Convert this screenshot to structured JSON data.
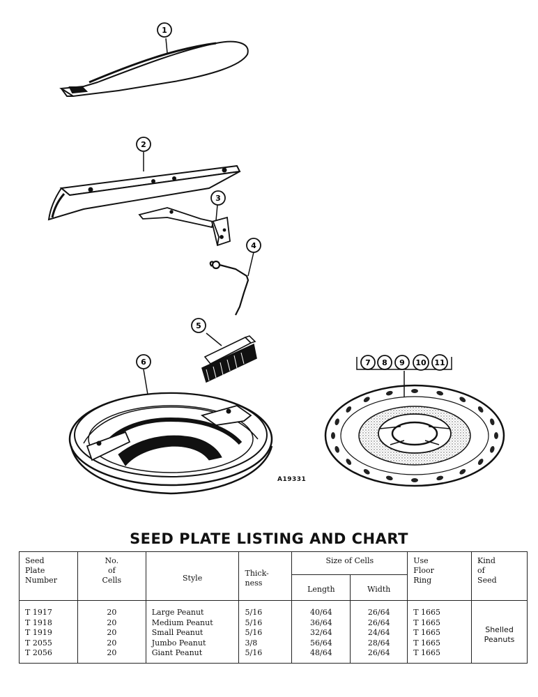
{
  "callouts": [
    "1",
    "2",
    "3",
    "4",
    "5",
    "6",
    "7",
    "8",
    "9",
    "10",
    "11"
  ],
  "figure_code": "A19331",
  "chart_title": "SEED PLATE LISTING AND CHART",
  "table": {
    "headers": {
      "seed_plate_number": [
        "Seed",
        "Plate",
        "Number"
      ],
      "no_of_cells": [
        "No.",
        "of",
        "Cells"
      ],
      "style": "Style",
      "thickness": [
        "Thick-",
        "ness"
      ],
      "size_of_cells": "Size of Cells",
      "length": "Length",
      "width": "Width",
      "use_floor_ring": [
        "Use",
        "Floor",
        "Ring"
      ],
      "kind_of_seed": [
        "Kind",
        "of",
        "Seed"
      ]
    },
    "rows": [
      {
        "plate": "T 1917",
        "cells": "20",
        "style": "Large Peanut",
        "thickness": "5/16",
        "length": "40/64",
        "width": "26/64",
        "ring": "T 1665"
      },
      {
        "plate": "T 1918",
        "cells": "20",
        "style": "Medium Peanut",
        "thickness": "5/16",
        "length": "36/64",
        "width": "26/64",
        "ring": "T 1665"
      },
      {
        "plate": "T 1919",
        "cells": "20",
        "style": "Small Peanut",
        "thickness": "5/16",
        "length": "32/64",
        "width": "24/64",
        "ring": "T 1665"
      },
      {
        "plate": "T 2055",
        "cells": "20",
        "style": "Jumbo Peanut",
        "thickness": "3/8",
        "length": "56/64",
        "width": "28/64",
        "ring": "T 1665"
      },
      {
        "plate": "T 2056",
        "cells": "20",
        "style": "Giant Peanut",
        "thickness": "5/16",
        "length": "48/64",
        "width": "26/64",
        "ring": "T 1665"
      }
    ],
    "kind_of_seed": [
      "Shelled",
      "Peanuts"
    ]
  }
}
